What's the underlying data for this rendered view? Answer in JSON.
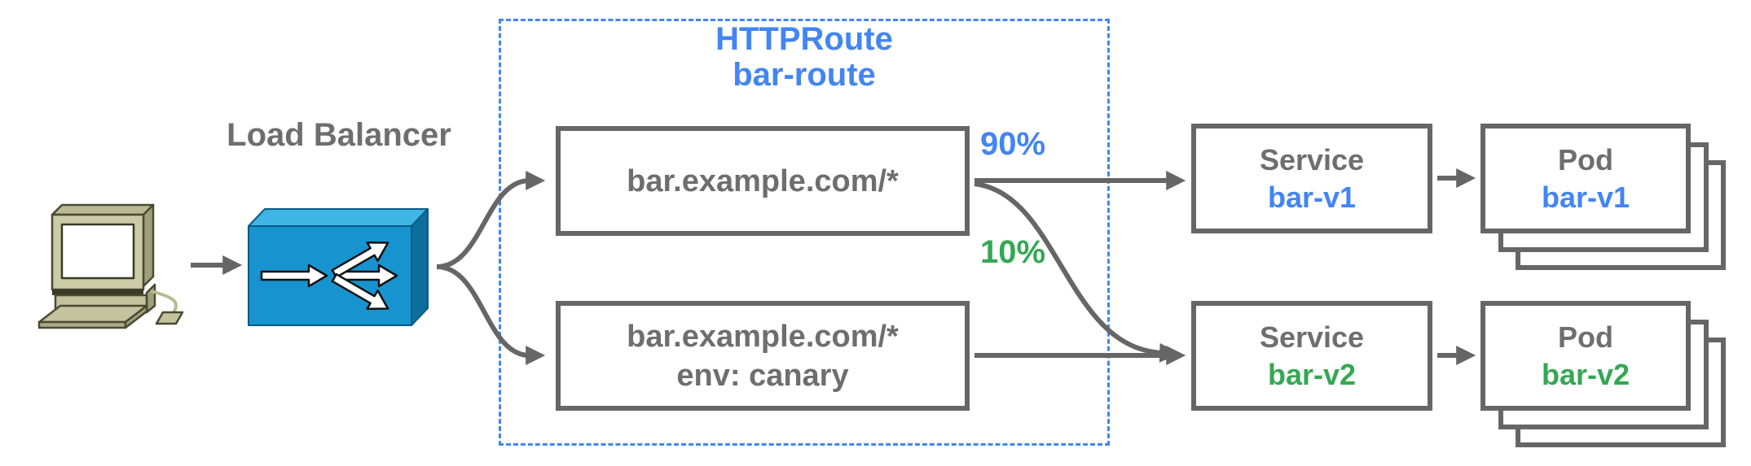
{
  "httproute": {
    "title": "HTTPRoute",
    "name": "bar-route",
    "rules": [
      {
        "host": "bar.example.com/*"
      },
      {
        "host": "bar.example.com/*",
        "match": "env: canary"
      }
    ]
  },
  "load_balancer": {
    "label": "Load Balancer"
  },
  "weights": {
    "v1": "90%",
    "v2": "10%"
  },
  "services": [
    {
      "type": "Service",
      "name": "bar-v1"
    },
    {
      "type": "Service",
      "name": "bar-v2"
    }
  ],
  "pods": [
    {
      "type": "Pod",
      "name": "bar-v1"
    },
    {
      "type": "Pod",
      "name": "bar-v2"
    }
  ],
  "icons": {
    "client": "desktop-computer-icon",
    "load_balancer": "load-balancer-3d-box-icon"
  },
  "colors": {
    "blue": "#4285F4",
    "green": "#34A853",
    "text_gray": "#6E6E6E",
    "border_gray": "#666666",
    "arrow_gray": "#666666",
    "dash_blue": "#4285F4",
    "lb_front": "#1794CF",
    "lb_top": "#3FB5E6",
    "lb_side": "#0D6E9E",
    "computer_beige": "#C8C8A4"
  }
}
